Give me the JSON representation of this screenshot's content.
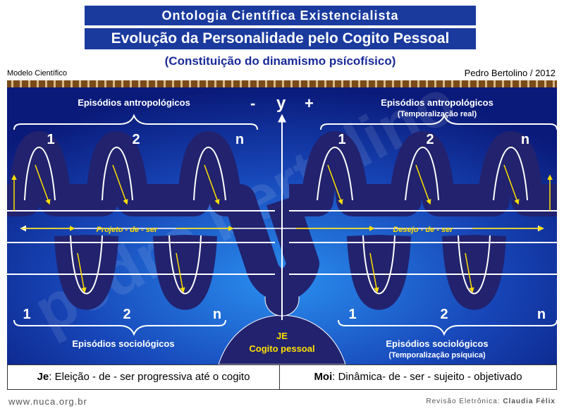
{
  "header": {
    "title": "Ontologia Científica Existencialista",
    "subtitle": "Evolução da Personalidade pelo Cogito Pessoal",
    "subtitle2": "(Constituição do dinamismo psícofísico)",
    "model_label": "Modelo Científico",
    "author": "Pedro Bertolino / 2012"
  },
  "diagram": {
    "axis_minus": "-",
    "axis_y": "y",
    "axis_plus": "+",
    "left_top_label": "Episódios antropológicos",
    "right_top_label": "Episódios antropológicos",
    "right_top_sub": "(Temporalização real)",
    "left_bottom_label": "Episódios sociológicos",
    "right_bottom_label": "Episódios sociológicos",
    "right_bottom_sub": "(Temporalização psíquica)",
    "left_arrow_label": "Projeto - de - ser",
    "right_arrow_label": "Desejo - de - ser",
    "center_label_1": "JE",
    "center_label_2": "Cogito pessoal",
    "num_1": "1",
    "num_2": "2",
    "num_n": "n",
    "watermark": "pedro bertolino"
  },
  "bottom": {
    "left_bold": "Je",
    "left_text": ": Eleição - de - ser progressiva até o cogito",
    "right_bold": "Moi",
    "right_text": ": Dinâmica- de - ser - sujeito - objetivado"
  },
  "footer": {
    "url": "www.nuca.org.br",
    "rev_prefix": "Revisão Eletrônica: ",
    "rev_name": "Claudia Félix"
  },
  "colors": {
    "title_bg": "#1a3a9e",
    "diagram_bg_center": "#2a7fe0",
    "diagram_bg_edge": "#0a1a7a",
    "lobe_fill": "#22226e",
    "arrow_yellow": "#ffe000"
  }
}
